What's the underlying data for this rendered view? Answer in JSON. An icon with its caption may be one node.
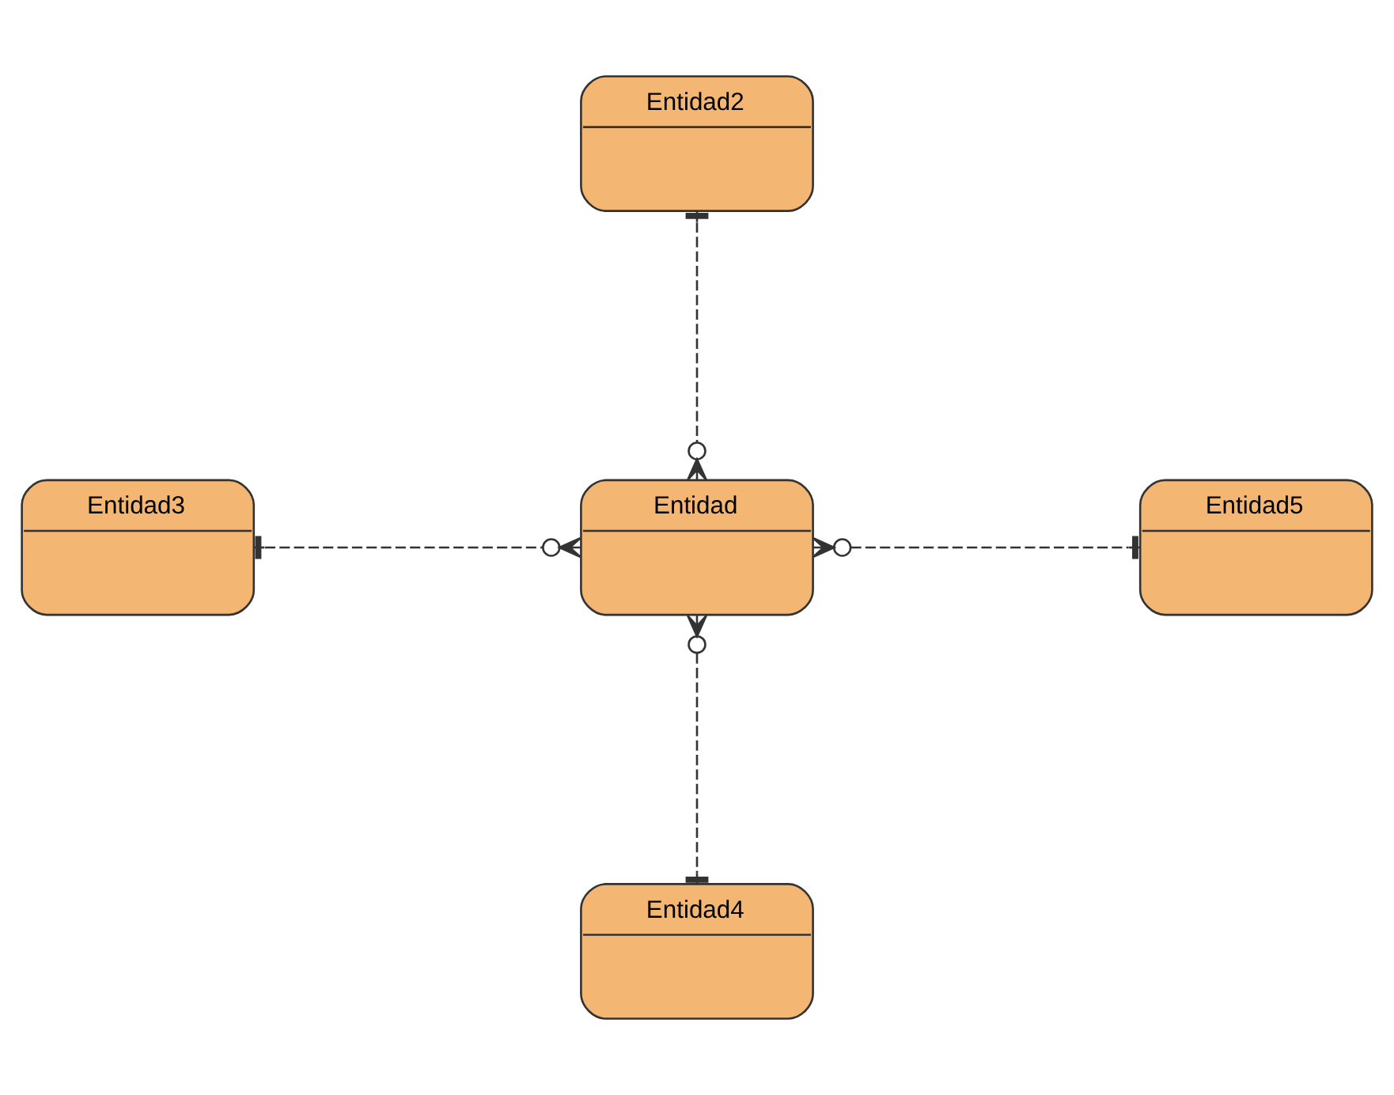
{
  "diagram": {
    "nodes": [
      {
        "text": [
          "Entidad2"
        ]
      },
      {
        "text": [
          "Entidad3"
        ]
      },
      {
        "text": [
          "Entidad"
        ]
      },
      {
        "text": [
          "Entidad5"
        ]
      },
      {
        "text": [
          "Entidad4"
        ]
      }
    ],
    "edges": [
      {
        "from": 0,
        "to": 2,
        "arrow": "other",
        "style": "dashed"
      },
      {
        "from": 1,
        "to": 2,
        "arrow": "other",
        "style": "dashed"
      },
      {
        "from": 3,
        "to": 2,
        "arrow": "other",
        "style": "dashed"
      },
      {
        "from": 4,
        "to": 2,
        "arrow": "other",
        "style": "dashed"
      }
    ]
  }
}
